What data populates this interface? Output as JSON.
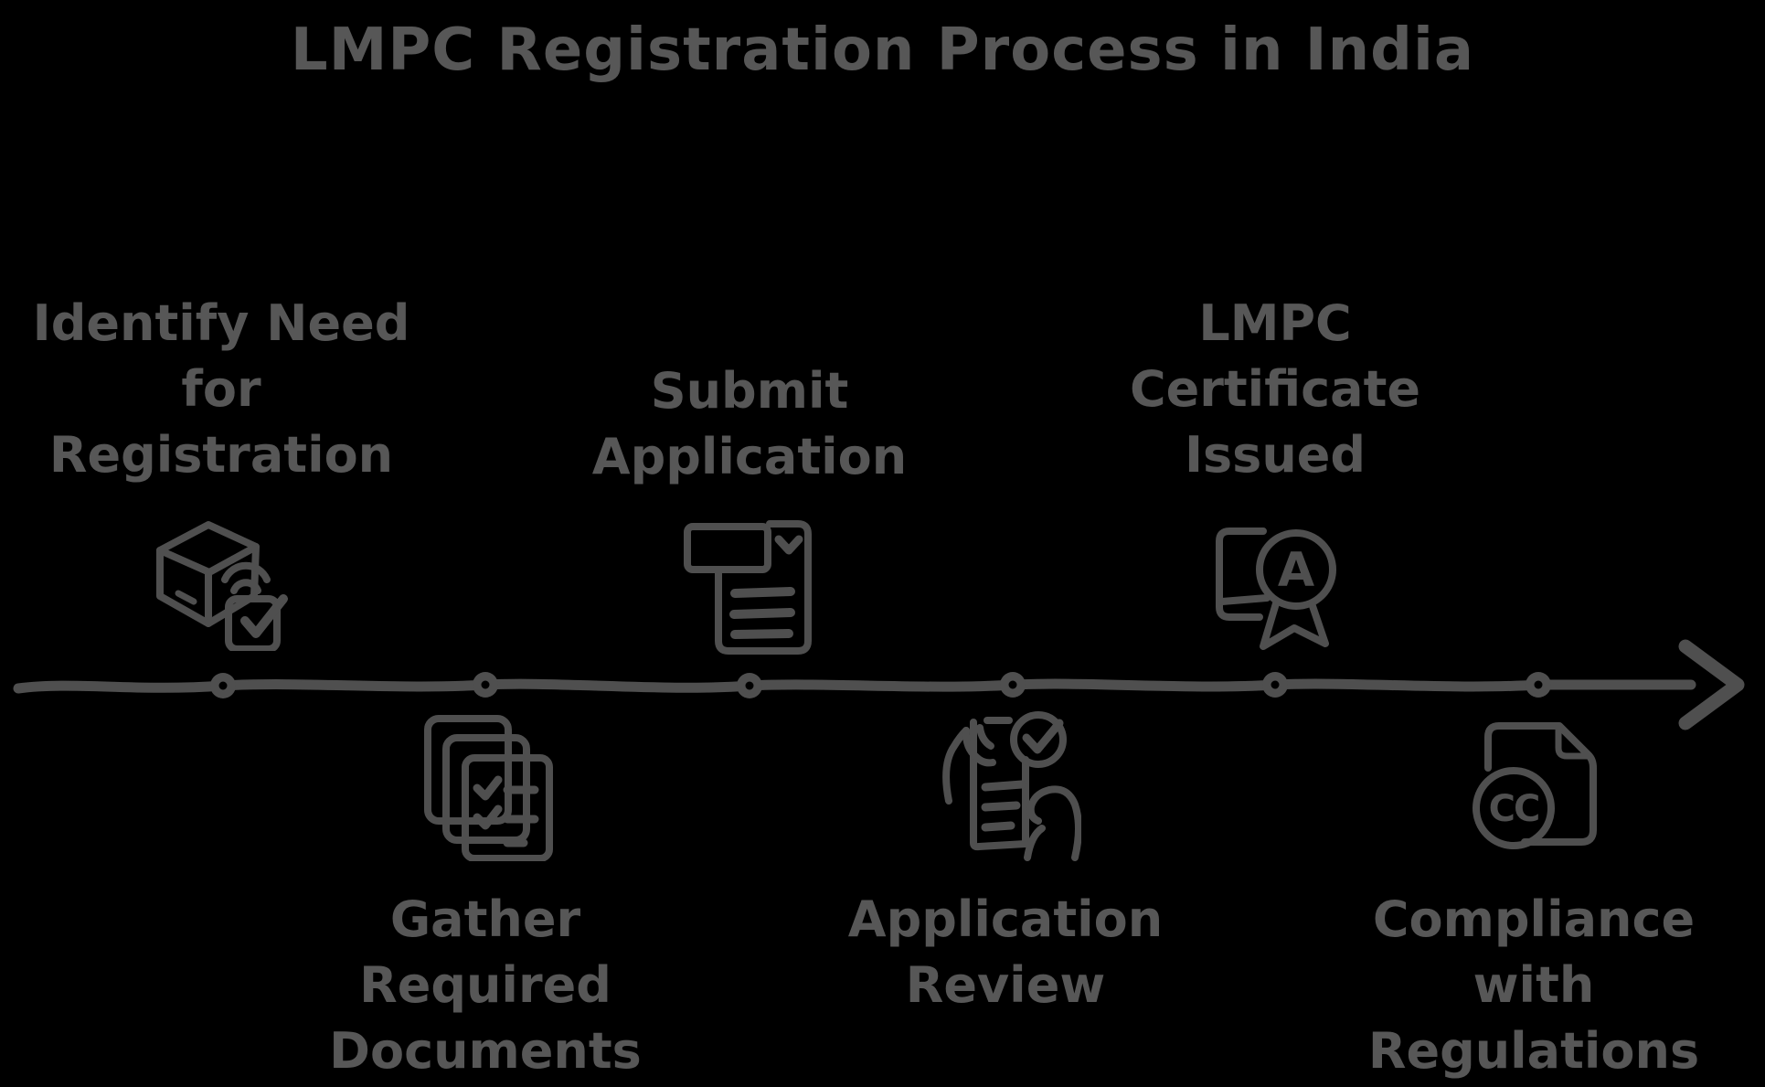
{
  "title": "LMPC Registration Process in India",
  "colors": {
    "background": "#000000",
    "ink": "#4f4f4f",
    "text": "#575757"
  },
  "timeline": {
    "orientation": "horizontal",
    "direction": "left-to-right",
    "node_count": 6,
    "arrowhead": "right"
  },
  "steps": [
    {
      "id": 1,
      "position": "above",
      "label": "Identify Need for Registration",
      "lines": [
        "Identify Need",
        "for",
        "Registration"
      ],
      "icon": "package-scan-icon"
    },
    {
      "id": 2,
      "position": "below",
      "label": "Gather Required Documents",
      "lines": [
        "Gather",
        "Required",
        "Documents"
      ],
      "icon": "documents-checklist-icon"
    },
    {
      "id": 3,
      "position": "above",
      "label": "Submit Application",
      "lines": [
        "Submit",
        "Application"
      ],
      "icon": "application-form-icon"
    },
    {
      "id": 4,
      "position": "below",
      "label": "Application Review",
      "lines": [
        "Application",
        "Review"
      ],
      "icon": "document-review-icon"
    },
    {
      "id": 5,
      "position": "above",
      "label": "LMPC Certificate Issued",
      "lines": [
        "LMPC",
        "Certificate",
        "Issued"
      ],
      "icon": "certificate-badge-icon"
    },
    {
      "id": 6,
      "position": "below",
      "label": "Compliance with Regulations",
      "lines": [
        "Compliance",
        "with",
        "Regulations"
      ],
      "icon": "compliance-document-icon"
    }
  ],
  "icon_glyphs": {
    "certificate_letter": "A",
    "compliance_letters": "CC"
  }
}
